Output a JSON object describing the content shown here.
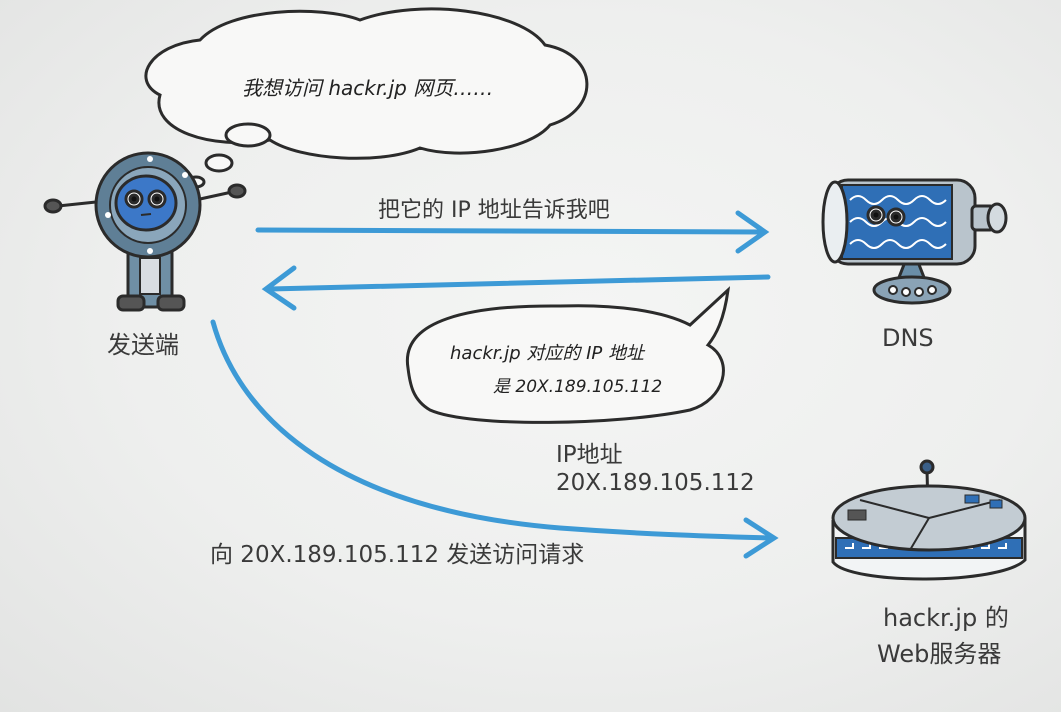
{
  "thought_bubble": {
    "text": "我想访问 hackr.jp 网页……"
  },
  "sender": {
    "label": "发送端"
  },
  "dns": {
    "label": "DNS"
  },
  "server": {
    "label_line1": "hackr.jp 的",
    "label_line2": "Web服务器"
  },
  "arrow_request": {
    "label": "把它的 IP 地址告诉我吧"
  },
  "speech_bubble": {
    "line1": "hackr.jp 对应的 IP 地址",
    "line2": "是 20X.189.105.112"
  },
  "ip_info": {
    "line1": "IP地址",
    "line2": "20X.189.105.112"
  },
  "arrow_access": {
    "label": "向 20X.189.105.112 发送访问请求"
  },
  "colors": {
    "arrow": "#3d9ad6",
    "robot_body": "#5f7f96",
    "robot_face": "#3c78c8",
    "ink": "#2b2b2b"
  }
}
